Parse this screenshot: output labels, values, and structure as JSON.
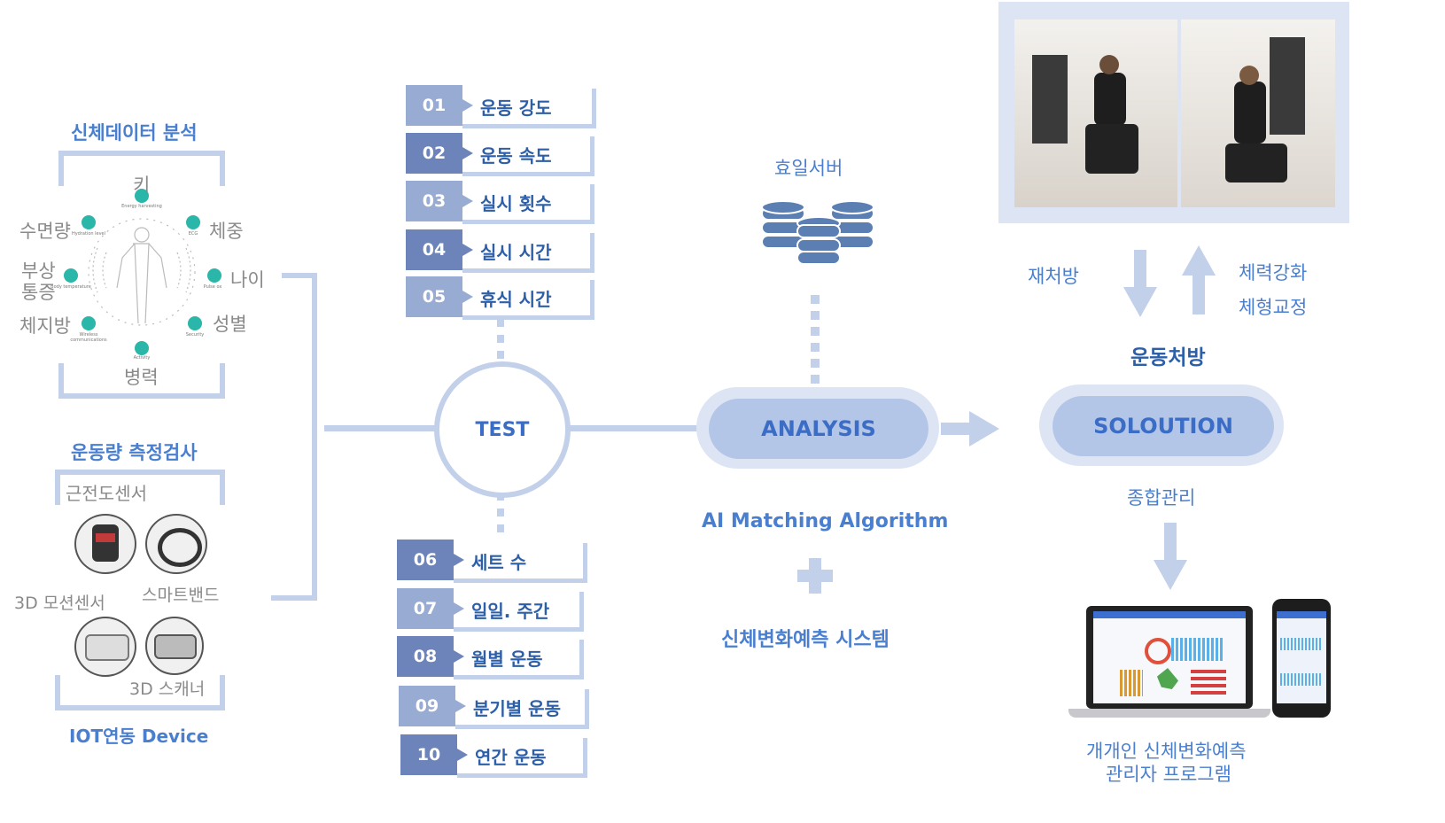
{
  "left_top": {
    "title": "신체데이터 분석",
    "labels": {
      "top": "키",
      "sleep": "수면량",
      "weight": "체중",
      "injury1": "부상",
      "injury2": "통증",
      "age": "나이",
      "fat": "체지방",
      "gender": "성별",
      "history": "병력"
    },
    "icon_captions": [
      "Energy harvesting",
      "Hydration level",
      "ECG",
      "Body temperature",
      "Pulse ox",
      "Wireless communications",
      "Security",
      "Activity"
    ]
  },
  "left_bottom": {
    "title": "운동량 측정검사",
    "emg": "근전도센서",
    "motion": "3D 모션센서",
    "band": "스마트밴드",
    "scanner": "3D 스캐너",
    "footer": "IOT연동 Device"
  },
  "test_items_top": [
    {
      "num": "01",
      "label": "운동 강도",
      "tone": "light"
    },
    {
      "num": "02",
      "label": "운동 속도",
      "tone": "dark"
    },
    {
      "num": "03",
      "label": "실시 횟수",
      "tone": "light"
    },
    {
      "num": "04",
      "label": "실시 시간",
      "tone": "dark"
    },
    {
      "num": "05",
      "label": "휴식 시간",
      "tone": "light"
    }
  ],
  "test_items_bottom": [
    {
      "num": "06",
      "label": "세트 수",
      "tone": "dark"
    },
    {
      "num": "07",
      "label": "일일. 주간",
      "tone": "light"
    },
    {
      "num": "08",
      "label": "월별 운동",
      "tone": "dark"
    },
    {
      "num": "09",
      "label": "분기별 운동",
      "tone": "light"
    },
    {
      "num": "10",
      "label": "연간 운동",
      "tone": "dark"
    }
  ],
  "center": {
    "test": "TEST",
    "server": "효일서버",
    "analysis": "ANALYSIS",
    "algorithm": "AI Matching Algorithm",
    "prediction": "신체변화예측 시스템"
  },
  "right": {
    "represcribe": "재처방",
    "strength": "체력강화",
    "correction": "체형교정",
    "prescription": "운동처방",
    "solution": "SOLOUTION",
    "management": "종합관리",
    "program1": "개개인 신체변화예측",
    "program2": "관리자 프로그램"
  },
  "colors": {
    "accent": "#4a7fd0",
    "frame": "#c3d0ea",
    "dark_tab": "#6d84bb",
    "light_tab": "#98abd3",
    "teal": "#2ab6a8"
  }
}
